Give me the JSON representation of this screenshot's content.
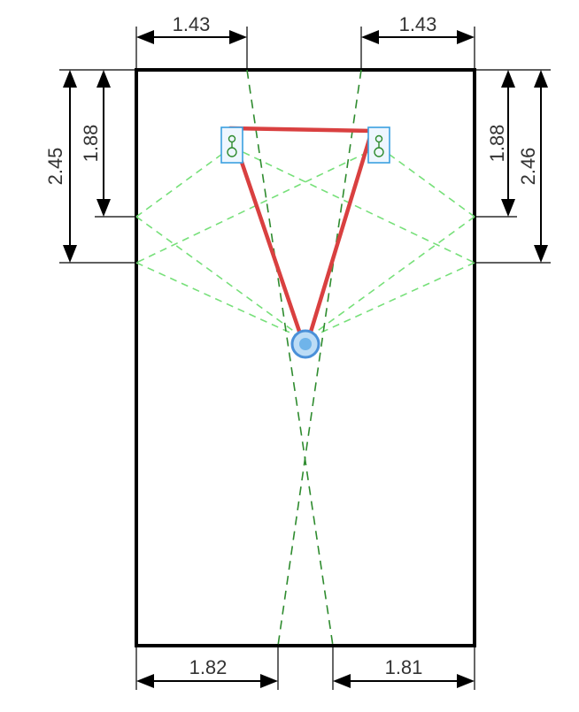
{
  "dimensions": {
    "top_left": "1.43",
    "top_right": "1.43",
    "left_outer": "2.45",
    "left_inner": "1.88",
    "right_inner": "1.88",
    "right_outer": "2.46",
    "bottom_left": "1.82",
    "bottom_right": "1.81"
  },
  "colors": {
    "room_wall": "#000000",
    "direct_reflection": "#2e8b2e",
    "side_reflection": "#77e07a",
    "listening_triangle": "#d94040",
    "speaker": "#3aa0e0",
    "listener": "#4a90d9"
  }
}
